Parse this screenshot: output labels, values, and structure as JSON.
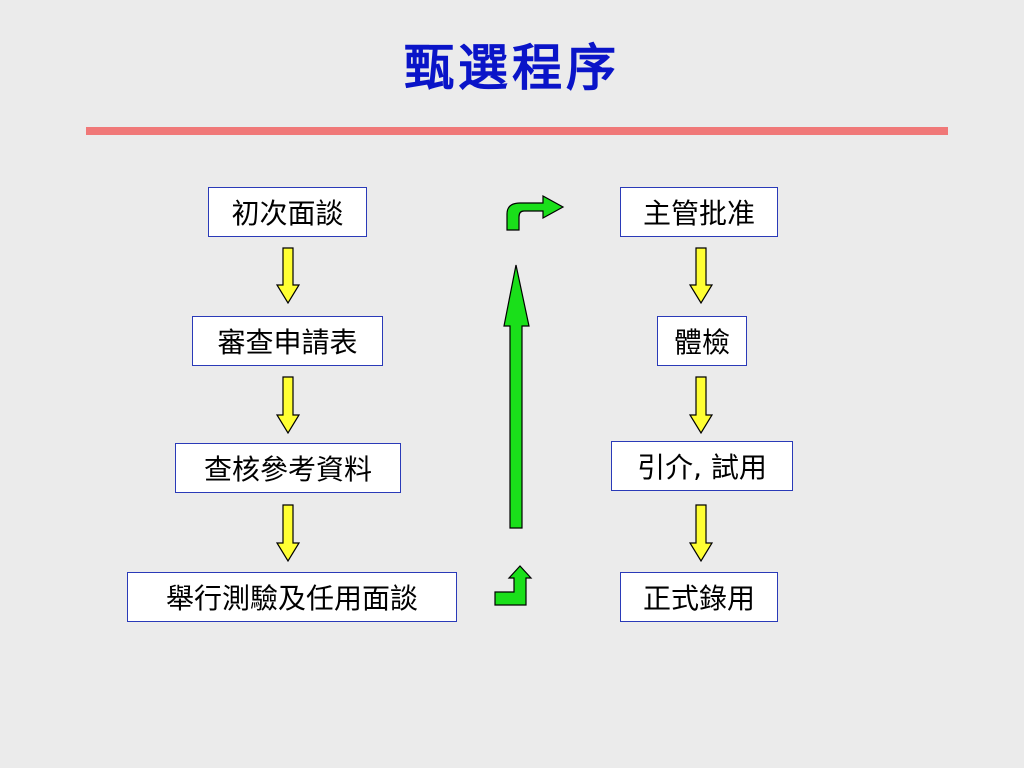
{
  "slide": {
    "title": "甄選程序",
    "colors": {
      "title": "#0a14c8",
      "divider": "#f07878",
      "box_border": "#2a3ab8",
      "step_arrow_fill": "#ffff33",
      "transition_arrow_fill": "#1adf1a"
    }
  },
  "flow": {
    "left_steps": [
      "初次面談",
      "審查申請表",
      "查核參考資料",
      "舉行測驗及任用面談"
    ],
    "right_steps": [
      "主管批准",
      "體檢",
      "引介, 試用",
      "正式錄用"
    ]
  }
}
